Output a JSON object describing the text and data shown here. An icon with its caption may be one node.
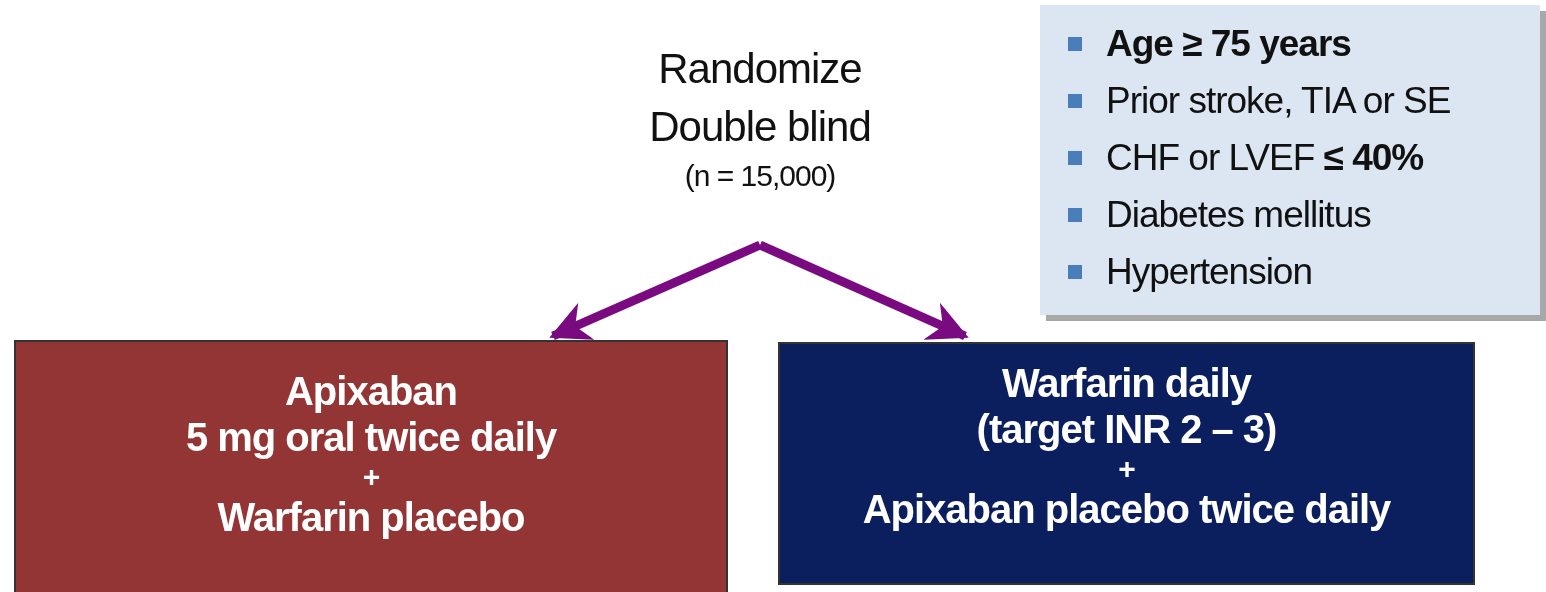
{
  "diagram": {
    "nodes": [
      {
        "text": [
          "Randomize Double blind",
          "(n = 15,000)"
        ]
      },
      {
        "text": [
          "Apixaban",
          "5 mg oral twice daily",
          "+",
          "Warfarin placebo"
        ]
      },
      {
        "text": [
          "Warfarin daily",
          "(target INR 2 – 3)",
          "+",
          "Apixaban placebo twice daily"
        ]
      },
      {
        "text": [
          "Age **≥ 75 years**",
          "Prior stroke, TIA or SE",
          "CHF or LVEF **≤ 40%**",
          "Diabetes mellitus",
          "Hypertension"
        ]
      }
    ],
    "edges": [
      {
        "from": 0,
        "to": 1,
        "arrow": "to"
      },
      {
        "from": 0,
        "to": 2,
        "arrow": "to"
      }
    ]
  }
}
